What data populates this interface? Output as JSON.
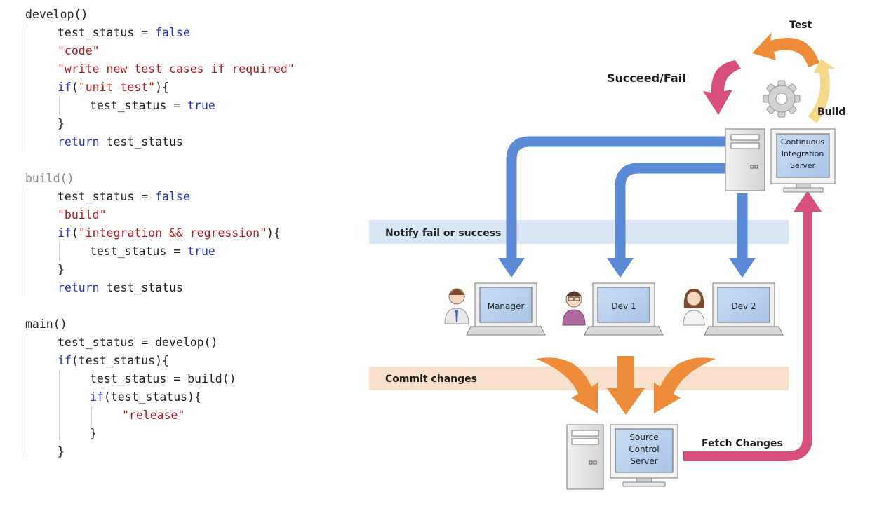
{
  "code": {
    "lines": [
      [
        {
          "t": "develop()"
        }
      ],
      [
        {
          "t": "test_status = "
        },
        {
          "t": "false",
          "c": "kw"
        }
      ],
      [
        {
          "t": "\"code\"",
          "c": "str"
        }
      ],
      [
        {
          "t": "\"write new test cases if required\"",
          "c": "str"
        }
      ],
      [
        {
          "t": "if",
          "c": "kw"
        },
        {
          "t": "("
        },
        {
          "t": "\"unit test\"",
          "c": "str"
        },
        {
          "t": "){"
        }
      ],
      [
        {
          "t": "test_status = "
        },
        {
          "t": "true",
          "c": "kw"
        }
      ],
      [
        {
          "t": "}"
        }
      ],
      [
        {
          "t": "return",
          "c": "kw"
        },
        {
          "t": " test_status"
        }
      ],
      [],
      [
        {
          "t": "build()",
          "c": "dim"
        }
      ],
      [
        {
          "t": "test_status = "
        },
        {
          "t": "false",
          "c": "kw"
        }
      ],
      [
        {
          "t": "\"build\"",
          "c": "str"
        }
      ],
      [
        {
          "t": "if",
          "c": "kw"
        },
        {
          "t": "("
        },
        {
          "t": "\"integration && regression\"",
          "c": "str"
        },
        {
          "t": "){"
        }
      ],
      [
        {
          "t": "test_status = "
        },
        {
          "t": "true",
          "c": "kw"
        }
      ],
      [
        {
          "t": "}"
        }
      ],
      [
        {
          "t": "return",
          "c": "kw"
        },
        {
          "t": " test_status"
        }
      ],
      [],
      [
        {
          "t": "main()"
        }
      ],
      [
        {
          "t": "test_status = develop()"
        }
      ],
      [
        {
          "t": "if",
          "c": "kw"
        },
        {
          "t": "(test_status){"
        }
      ],
      [
        {
          "t": "test_status = build()"
        }
      ],
      [
        {
          "t": "if",
          "c": "kw"
        },
        {
          "t": "(test_status){"
        }
      ],
      [
        {
          "t": "\"release\"",
          "c": "str"
        }
      ],
      [
        {
          "t": "}"
        }
      ],
      [
        {
          "t": "}"
        }
      ]
    ]
  },
  "diagram": {
    "test_label": "Test",
    "succeed_fail_label": "Succeed/Fail",
    "build_label": "Build",
    "ci_server": [
      "Continuous",
      "Integration",
      "Server"
    ],
    "notify_label": "Notify fail or success",
    "manager_label": "Manager",
    "dev1_label": "Dev 1",
    "dev2_label": "Dev 2",
    "commit_label": "Commit changes",
    "source_server": [
      "Source",
      "Control",
      "Server"
    ],
    "fetch_label": "Fetch Changes"
  },
  "colors": {
    "blue_arrow": "#5b8ad6",
    "pink_arrow": "#d94f7c",
    "orange_arrow": "#ef8c3a",
    "light_yellow_arrow": "#f6d98a",
    "notify_band": "#dbe6f4",
    "commit_band": "#f7e1cc",
    "keyword": "#1f34c7",
    "string": "#b41c1c"
  }
}
